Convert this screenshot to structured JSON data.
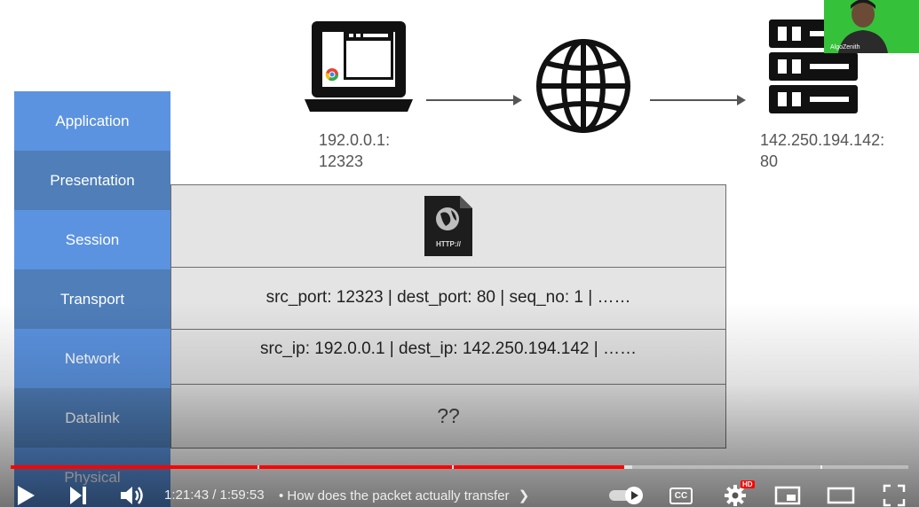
{
  "osi_layers": [
    {
      "label": "Application",
      "color": "#5b93e0"
    },
    {
      "label": "Presentation",
      "color": "#4f7eb9"
    },
    {
      "label": "Session",
      "color": "#5b93e0"
    },
    {
      "label": "Transport",
      "color": "#4f7eb9"
    },
    {
      "label": "Network",
      "color": "#5b93e0"
    },
    {
      "label": "Datalink",
      "color": "#4f7eb9"
    },
    {
      "label": "Physical",
      "color": "#5b93e0"
    }
  ],
  "client": {
    "ip": "192.0.0.1:",
    "port": "12323",
    "icon": "laptop-chrome-icon"
  },
  "server": {
    "ip": "142.250.194.142:",
    "port": "80",
    "icon": "server-rack-icon"
  },
  "internet_icon": "globe-icon",
  "packet": {
    "application_icon": "http-file-icon",
    "http_label": "HTTP://",
    "transport": "src_port: 12323 | dest_port: 80 | seq_no: 1 | ……",
    "network": "src_ip: 192.0.0.1 | dest_ip: 142.250.194.142 | ……",
    "datalink": "??"
  },
  "webcam": {
    "name": "AlgoZenith"
  },
  "player": {
    "current_time": "1:21:43",
    "duration": "1:59:53",
    "time_text": "1:21:43 / 1:59:53",
    "chapter_title": "How does the packet actually transfer",
    "progress": 0.683,
    "quality_badge": "HD",
    "cc_label": "CC",
    "accent_color": "#ff0000"
  }
}
